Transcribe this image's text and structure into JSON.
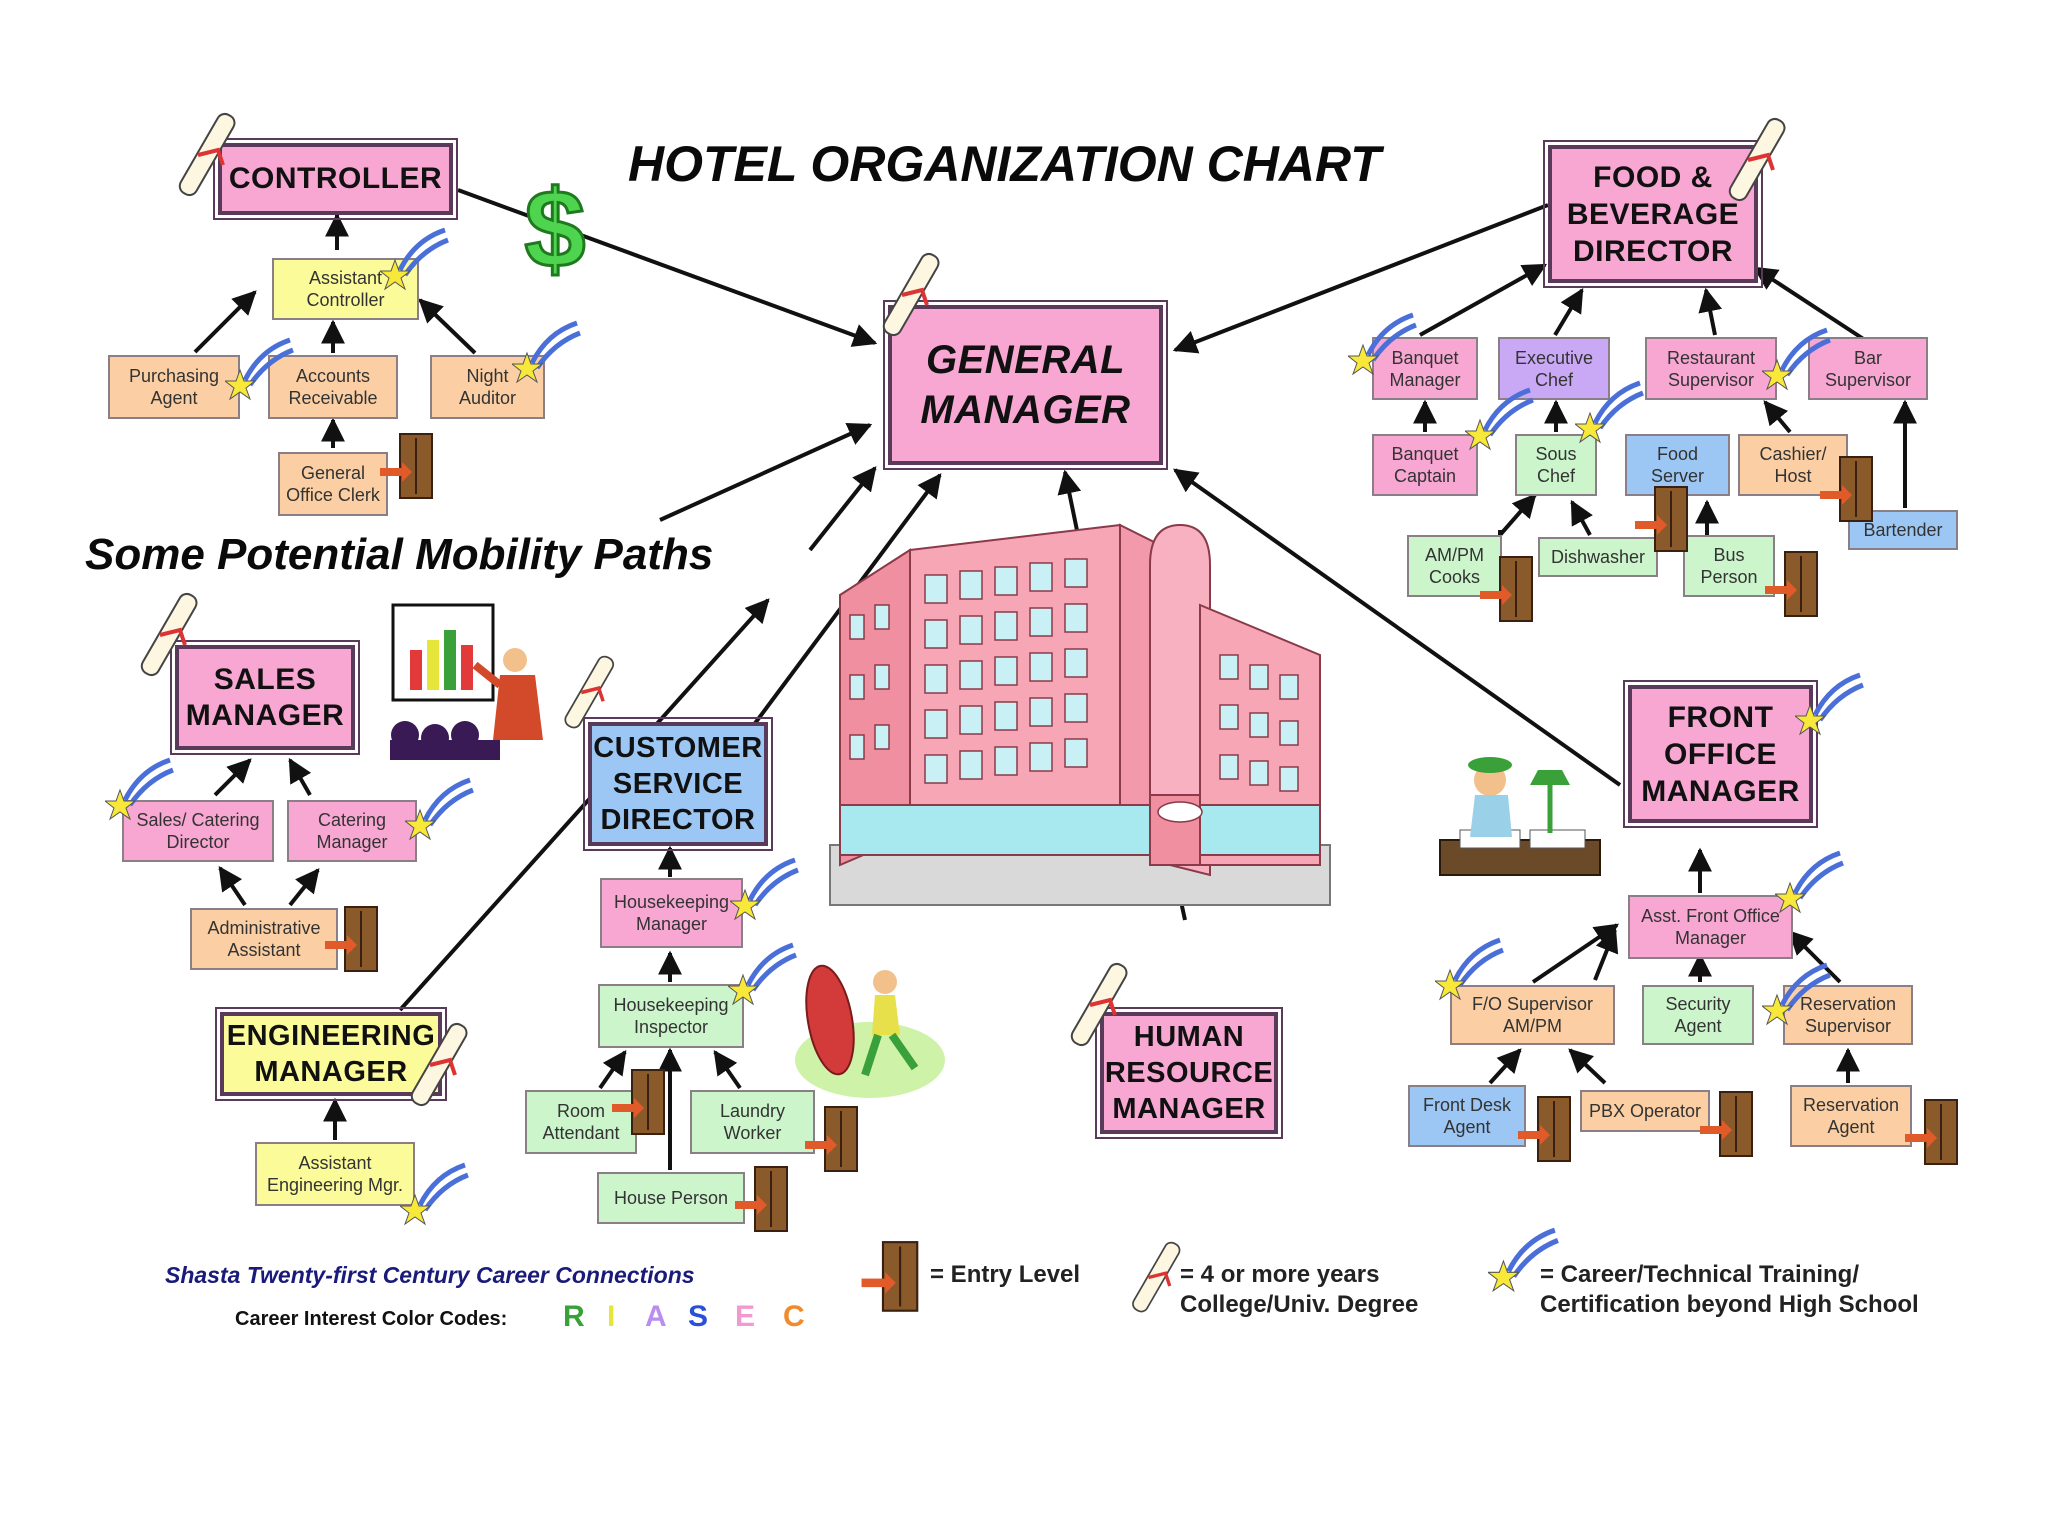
{
  "title": "HOTEL ORGANIZATION CHART",
  "subtitle": "Some Potential Mobility Paths",
  "boxes": {
    "general_manager": "GENERAL\nMANAGER",
    "controller": "CONTROLLER",
    "assistant_controller": "Assistant\nController",
    "purchasing_agent": "Purchasing\nAgent",
    "accounts_receivable": "Accounts\nReceivable",
    "night_auditor": "Night\nAuditor",
    "general_office_clerk": "General\nOffice Clerk",
    "fb_director": "FOOD &\nBEVERAGE\nDIRECTOR",
    "banquet_manager": "Banquet\nManager",
    "executive_chef": "Executive\nChef",
    "restaurant_supervisor": "Restaurant\nSupervisor",
    "bar_supervisor": "Bar\nSupervisor",
    "banquet_captain": "Banquet\nCaptain",
    "sous_chef": "Sous\nChef",
    "food_server": "Food\nServer",
    "cashier_host": "Cashier/\nHost",
    "bartender": "Bartender",
    "ampm_cooks": "AM/PM\nCooks",
    "dishwasher": "Dishwasher",
    "bus_person": "Bus\nPerson",
    "sales_manager": "SALES\nMANAGER",
    "sales_catering_director": "Sales/ Catering\nDirector",
    "catering_manager": "Catering\nManager",
    "administrative_assistant": "Administrative\nAssistant",
    "customer_service_director": "CUSTOMER\nSERVICE\nDIRECTOR",
    "housekeeping_manager": "Housekeeping\nManager",
    "housekeeping_inspector": "Housekeeping\nInspector",
    "room_attendant": "Room\nAttendant",
    "laundry_worker": "Laundry\nWorker",
    "house_person": "House Person",
    "engineering_manager": "ENGINEERING\nMANAGER",
    "assistant_engineering_mgr": "Assistant\nEngineering Mgr.",
    "hr_manager": "HUMAN\nRESOURCE\nMANAGER",
    "front_office_manager": "FRONT\nOFFICE\nMANAGER",
    "asst_front_office_manager": "Asst. Front Office\nManager",
    "fo_supervisor": "F/O Supervisor\nAM/PM",
    "security_agent": "Security\nAgent",
    "reservation_supervisor": "Reservation\nSupervisor",
    "front_desk_agent": "Front Desk\nAgent",
    "pbx_operator": "PBX Operator",
    "reservation_agent": "Reservation\nAgent"
  },
  "legend": {
    "entry_level": "= Entry Level",
    "degree": "=  4 or more years\n    College/Univ.  Degree",
    "training": "= Career/Technical Training/\n   Certification beyond High School"
  },
  "footer": {
    "org_name": "Shasta Twenty-first Century Career Connections",
    "color_codes_label": "Career Interest Color Codes:",
    "codes": [
      "R",
      "I",
      "A",
      "S",
      "E",
      "C"
    ]
  },
  "colors": {
    "R": "#3aa13a",
    "I": "#e6e63a",
    "A": "#b98ef0",
    "S": "#2a4fd8",
    "E": "#f29ad0",
    "C": "#f08a2a",
    "pink": "#f7a7d2",
    "peach": "#fbcfa3",
    "yellow": "#fcfb99",
    "green": "#ccf5cc",
    "blue": "#9cc7f4",
    "purple": "#c9a9f5"
  },
  "icons": {
    "entry_level": "door-icon",
    "degree": "diploma-icon",
    "training": "shooting-star-icon"
  }
}
